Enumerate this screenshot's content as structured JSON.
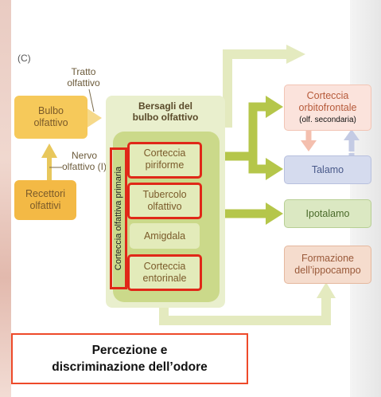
{
  "panel_label": "(C)",
  "left": {
    "tract_label": "Tratto\nolfattivo",
    "bulb": "Bulbo\nolfattivo",
    "nerve_label": "Nervo\nolfattivo (I)",
    "receptors": "Recettori\nolfattivi"
  },
  "targets": {
    "title": "Bersagli del\nbulbo olfattivo",
    "items": [
      "Corteccia\npiriforme",
      "Tubercolo\nolfattivo",
      "Amigdala",
      "Corteccia\nentorinale"
    ],
    "vertical_label": "Corteccia olfattiva primaria"
  },
  "right": {
    "orbitofrontal": "Corteccia\norbitofrontale",
    "orbitofrontal_note": "(olf. secondaria)",
    "thalamus": "Talamo",
    "hypothalamus": "Ipotalamo",
    "hippocampus": "Formazione\ndell’ippocampo"
  },
  "caption": "Percezione e\ndiscriminazione dell’odore",
  "colors": {
    "highlight_red": "#e02818",
    "bulb_fill": "#f6c95a",
    "receptor_fill": "#f3b945",
    "target_outer": "#e9efcd",
    "target_inner": "#cbd98a",
    "item_fill": "#e3ebba",
    "arrow_olive": "#b5c64a",
    "arrow_pale": "#e4eabf",
    "orbito_fill": "#fbe3dc",
    "thalamus_fill": "#d5dbee",
    "hypo_fill": "#dbe8c2",
    "hippo_fill": "#f5dccd"
  }
}
